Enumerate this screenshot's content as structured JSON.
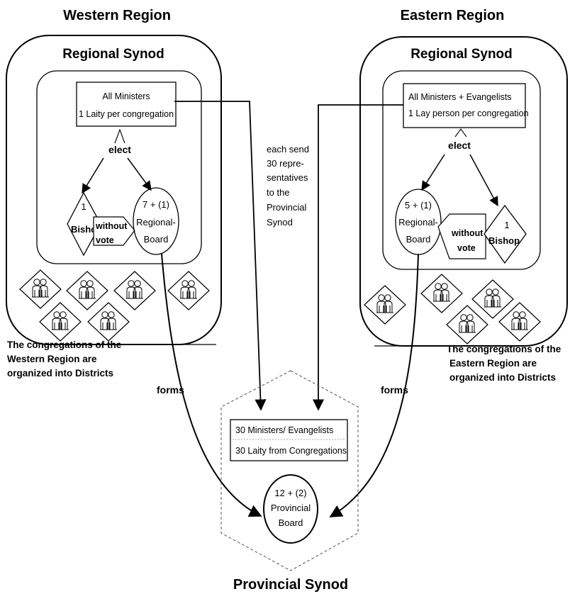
{
  "western": {
    "title": "Western Region",
    "synod_label": "Regional Synod",
    "assembly": [
      "All Ministers",
      "1 Laity per congregation"
    ],
    "elect": "elect",
    "bishop_count": "1",
    "bishop": "Bishop",
    "without_vote": [
      "without",
      "vote"
    ],
    "board": [
      "7 + (1)",
      "Regional-",
      "Board"
    ],
    "districts_note": [
      "The congregations of the",
      "Western Region are",
      "organized into Districts"
    ],
    "forms": "forms"
  },
  "eastern": {
    "title": "Eastern Region",
    "synod_label": "Regional Synod",
    "assembly": [
      "All Ministers + Evangelists",
      "1 Lay person per congregation"
    ],
    "elect": "elect",
    "bishop_count": "1",
    "bishop": "Bishop",
    "without_vote": [
      "without",
      "vote"
    ],
    "board": [
      "5 + (1)",
      "Regional-",
      "Board"
    ],
    "districts_note": [
      "The congregations of the",
      "Eastern Region  are",
      "organized into Districts"
    ],
    "forms": "forms"
  },
  "center_note": [
    "each send",
    "30 repre-",
    "sentatives",
    "to the",
    "Provincial",
    "Synod"
  ],
  "provincial": {
    "title": "Provincial Synod",
    "members": [
      "30 Ministers/ Evangelists",
      "30 Laity from Congregations"
    ],
    "board": [
      "12 + (2)",
      "Provincial",
      "Board"
    ]
  },
  "icons": {
    "congregation": "congregation-people-icon"
  }
}
